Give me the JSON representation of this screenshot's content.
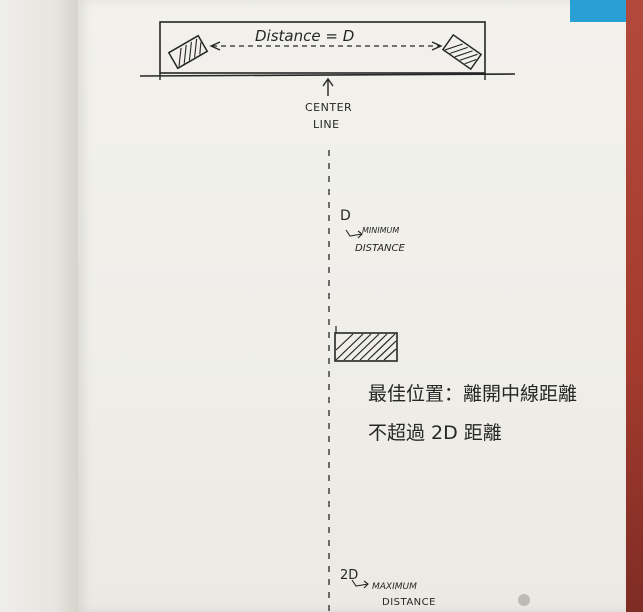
{
  "diagram": {
    "distance_label": "Distance = D",
    "centerline_label": [
      "CENTER",
      "LINE"
    ],
    "min_marker": "D",
    "min_label": [
      "MINIMUM",
      "DISTANCE"
    ],
    "chinese_line1": "最佳位置：離開中線距離",
    "chinese_line2": "不超過 2D 距離",
    "max_marker": "2D",
    "max_label": [
      "MAXIMUM",
      "DISTANCE"
    ]
  },
  "colors": {
    "ink": "#262626",
    "paper": "#f0efea",
    "sticky_note": "#2a9fd6",
    "cover": "#a33a2e"
  }
}
